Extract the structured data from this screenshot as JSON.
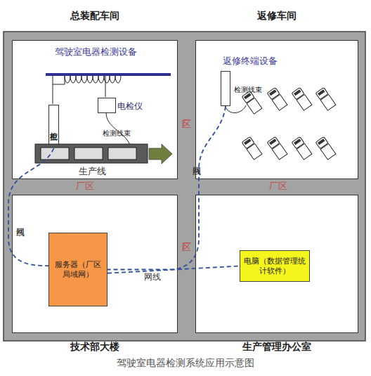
{
  "diagram": {
    "caption": "驾驶室电器检测系统应用示意图",
    "nodes": [
      {
        "text": [
          "总装配车间"
        ]
      },
      {
        "text": [
          "主控机柜"
        ],
        "in": 0
      },
      {
        "text": [
          "电检仪"
        ],
        "in": 0
      },
      {
        "text": [
          "返修车间"
        ]
      },
      {
        "text": [
          "返修终端设备"
        ],
        "in": 3
      },
      {
        "text": [
          "技术部大楼"
        ]
      },
      {
        "text": [
          "服务器（厂区局域网）"
        ],
        "in": 5
      },
      {
        "text": [
          "生产管理办公室"
        ]
      },
      {
        "text": [
          "电脑（数据管理统计软件）"
        ],
        "in": 7
      }
    ],
    "edges": [
      {
        "from": 1,
        "to": 6,
        "label": "网线",
        "arrow": "none"
      },
      {
        "from": 4,
        "to": 6,
        "label": "网线",
        "arrow": "none"
      },
      {
        "from": 6,
        "to": 8,
        "label": "网线",
        "arrow": "none"
      }
    ],
    "labels": [
      "驾驶室电器检测设备",
      "检测线束",
      "生产线",
      "检测线束",
      "厂区",
      "厂区",
      "厂区",
      "厂区"
    ]
  }
}
